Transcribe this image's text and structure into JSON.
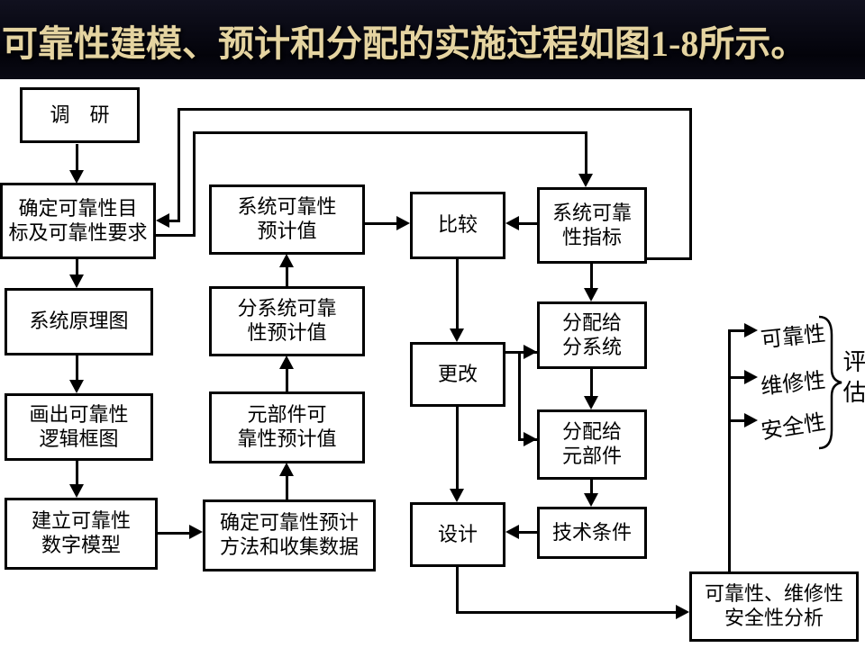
{
  "slide": {
    "title": "可靠性建模、预计和分配的实施过程如图1-8所示。"
  },
  "diagram": {
    "boxes": {
      "investigation": "调　研",
      "determine_goals": "确定可靠性目\n标及可靠性要求",
      "system_schematic": "系统原理图",
      "logic_diagram": "画出可靠性\n逻辑框图",
      "math_model": "建立可靠性\n数字模型",
      "system_prediction": "系统可靠性\n预计值",
      "subsystem_prediction": "分系统可靠\n性预计值",
      "component_prediction": "元部件可\n靠性预计值",
      "prediction_method": "确定可靠性预计\n方法和收集数据",
      "compare": "比较",
      "modify": "更改",
      "design": "设计",
      "system_index": "系统可靠\n性指标",
      "allocate_subsystem": "分配给\n分系统",
      "allocate_component": "分配给\n元部件",
      "technical_conditions": "技术条件",
      "rms_analysis": "可靠性、维修性\n安全性分析"
    },
    "evaluation": {
      "reliability": "可靠性",
      "maintainability": "维修性",
      "safety": "安全性",
      "label": "评估"
    }
  },
  "colors": {
    "title_text": "#e5d4a1",
    "background": "#060610",
    "panel": "#ffffff",
    "line": "#000000"
  }
}
